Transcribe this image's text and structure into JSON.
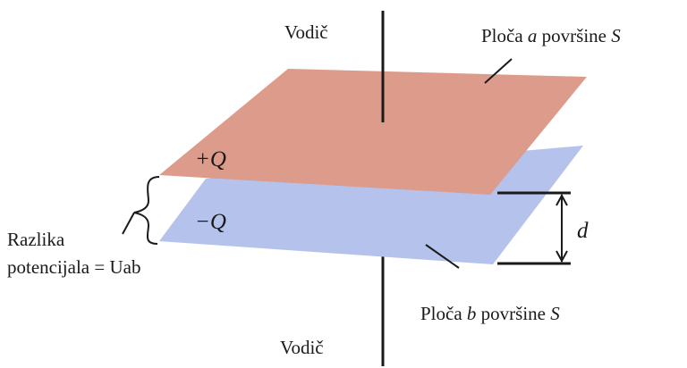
{
  "labels": {
    "conductor_top": "Vodič",
    "conductor_bottom": "Vodič",
    "plate_a_prefix": "Ploča ",
    "plate_a_symbol": "a",
    "plate_a_suffix": " površine ",
    "plate_a_area": "S",
    "plate_b_prefix": "Ploča ",
    "plate_b_symbol": "b",
    "plate_b_suffix": " površine ",
    "plate_b_area": "S",
    "charge_positive": "+Q",
    "charge_negative": "−Q",
    "distance": "d",
    "potential_line1": "Razlika",
    "potential_line2": "potencijala = Uab"
  },
  "colors": {
    "plate_a_fill": "#dc9b8b",
    "plate_b_fill": "#b4c2ec",
    "line": "#1a1a1a"
  }
}
